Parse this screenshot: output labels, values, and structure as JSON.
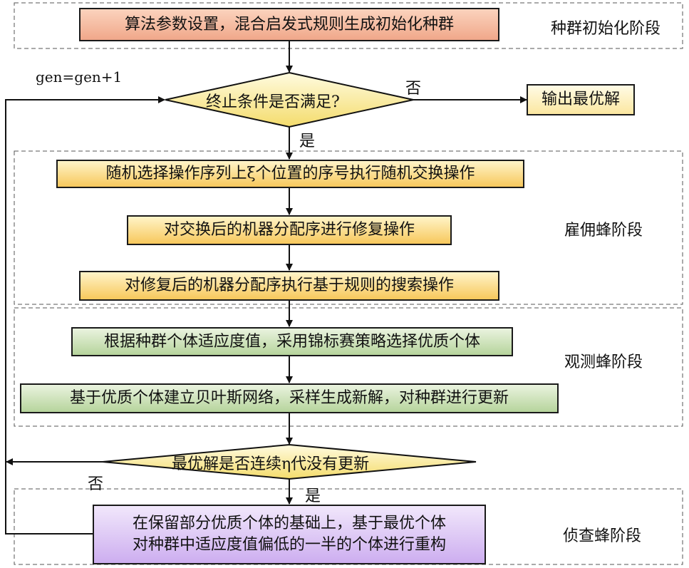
{
  "stages": {
    "init": "种群初始化阶段",
    "employed": "雇佣蜂阶段",
    "onlooker": "观测蜂阶段",
    "scout": "侦查蜂阶段"
  },
  "nodes": {
    "init_box": "算法参数设置，混合启发式规则生成初始化种群",
    "terminate": "终止条件是否满足?",
    "output": "输出最优解",
    "swap": "随机选择操作序列上ξ个位置的序号执行随机交换操作",
    "repair": "对交换后的机器分配序进行修复操作",
    "search": "对修复后的机器分配序执行基于规则的搜索操作",
    "tournament": "根据种群个体适应度值，采用锦标赛策略选择优质个体",
    "bayes": "基于优质个体建立贝叶斯网络，采样生成新解，对种群进行更新",
    "stagnation": "最优解是否连续η代没有更新",
    "rebuild_line1": "在保留部分优质个体的基础上，基于最优个体",
    "rebuild_line2": "对种群中适应度值偏低的一半的个体进行重构"
  },
  "edges": {
    "gen_label": "gen=gen+1",
    "yes1": "是",
    "no1": "否",
    "yes2": "是",
    "no2": "否"
  }
}
